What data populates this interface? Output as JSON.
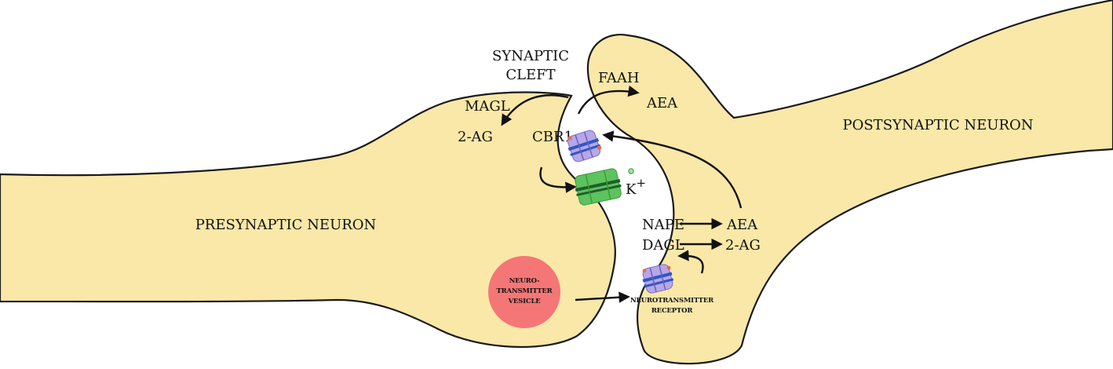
{
  "colors": {
    "neuron_fill": "#f9e8a8",
    "outline": "#1a1a1a",
    "receptor": "#b7a7e6",
    "receptor_band": "#2e56c8",
    "channel": "#5ec25e",
    "vesicle": "#f57676"
  },
  "labels": {
    "synaptic_cleft_line1": "SYNAPTIC",
    "synaptic_cleft_line2": "CLEFT",
    "faah": "FAAH",
    "aea_top": "AEA",
    "magl": "MAGL",
    "two_ag_left": "2-AG",
    "cbr1": "CBR1",
    "potassium": "K",
    "potassium_charge": "+",
    "presynaptic": "PRESYNAPTIC NEURON",
    "postsynaptic": "POSTSYNAPTIC NEURON",
    "nape": "NAPE",
    "aea_right": "AEA",
    "dagl": "DAGL",
    "two_ag_right": "2-AG",
    "vesicle_line1": "NEURO-",
    "vesicle_line2": "TRANSMITTER",
    "vesicle_line3": "VESICLE",
    "receptor_line1": "NEUROTRANSMITTER",
    "receptor_line2": "RECEPTOR"
  },
  "icons": [
    "cbr1-receptor-icon",
    "potassium-channel-icon",
    "neurotransmitter-receptor-icon",
    "vesicle-icon"
  ]
}
